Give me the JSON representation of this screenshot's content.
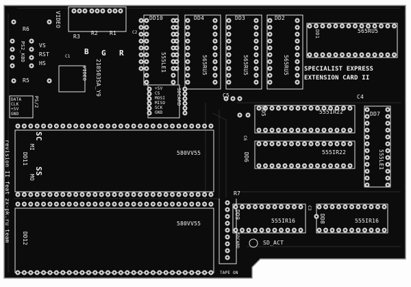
{
  "board": {
    "title_line1": "SPECIALIST EXPRESS",
    "title_line2": "EXTENSION CARD II",
    "revision_note": "revision II feat zx-pk.ru team",
    "date_code": "210503SA_Y9",
    "colors": {
      "mask": "#0c0c0c",
      "silk": "#f2f2f2",
      "pad": "#bdbdbd",
      "background": "#fdfdfd"
    }
  },
  "chips": {
    "dd10": {
      "ref": "DD10",
      "part": "555LE1"
    },
    "dd4": {
      "ref": "DD4",
      "part": "565RU5"
    },
    "dd3": {
      "ref": "DD3",
      "part": "565RU5"
    },
    "dd2": {
      "ref": "DD2",
      "part": "565RU5"
    },
    "dd1": {
      "ref": "DD1",
      "part": "565RU5"
    },
    "dd5": {
      "ref": "DD5",
      "part": "555IR22"
    },
    "dd7": {
      "ref": "DD7",
      "part": "555LE1"
    },
    "dd6": {
      "ref": "DD6",
      "part": "555IR22"
    },
    "dd11": {
      "ref": "DD11",
      "part": "580VV55"
    },
    "dd12": {
      "ref": "DD12",
      "part": "580VV55"
    },
    "dd9": {
      "ref": "DD9",
      "part": "555IR16"
    },
    "dd8": {
      "ref": "DD8",
      "part": "555IR16"
    }
  },
  "passives": {
    "r6": "R6",
    "r5": "R5",
    "r3": "R3",
    "r2": "R2",
    "r1": "R1",
    "r7": "R7",
    "c1": "C1",
    "c2": "C2",
    "c3": "C3",
    "c4": "C4",
    "c5": "C5",
    "c6": "C6"
  },
  "connectors": {
    "video_top": "VIDEO",
    "ps2_kbd": "PS2_KBD",
    "vs": "VS",
    "rst": "RST",
    "hs": "HS",
    "video_mid": "VIDEO",
    "ps2": "PS/2",
    "ps2_pins": [
      "DATA",
      "CLK",
      "+5V",
      "GND"
    ],
    "sdcard_top": "SDCARD",
    "sdcard_pins": [
      "+5V",
      "CS",
      "MOSI",
      "MISO",
      "SCK",
      "GND"
    ],
    "sdcard_bottom": "SDCARD",
    "sd_act": "SD_ACT",
    "tape_on": "TAPE ON"
  },
  "rgb": {
    "r": "R",
    "g": "G",
    "b": "B"
  },
  "jumpers": {
    "sc": "SC",
    "ss": "SS",
    "mo": "MO",
    "mi": "MI"
  }
}
